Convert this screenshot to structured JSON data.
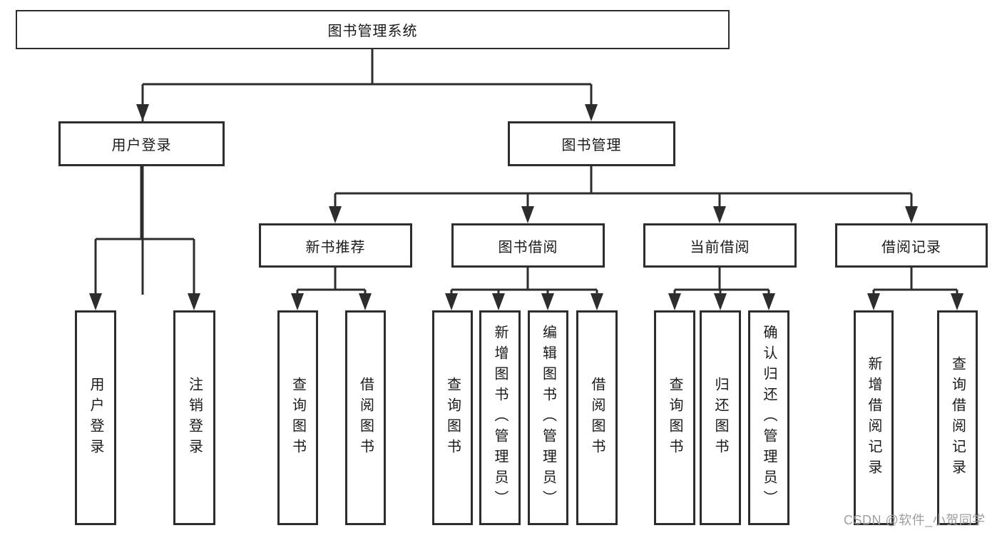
{
  "tree": {
    "root": {
      "label": "图书管理系统"
    },
    "children": [
      {
        "label": "用户登录",
        "children": [
          {
            "label": "用户登录"
          },
          {
            "label": "注销登录"
          }
        ]
      },
      {
        "label": "图书管理",
        "children": [
          {
            "label": "新书推荐",
            "children": [
              {
                "label": "查询图书"
              },
              {
                "label": "借阅图书"
              }
            ]
          },
          {
            "label": "图书借阅",
            "children": [
              {
                "label": "查询图书"
              },
              {
                "label": "新增图书（管理员）"
              },
              {
                "label": "编辑图书（管理员）"
              },
              {
                "label": "借阅图书"
              }
            ]
          },
          {
            "label": "当前借阅",
            "children": [
              {
                "label": "查询图书"
              },
              {
                "label": "归还图书"
              },
              {
                "label": "确认归还（管理员）"
              }
            ]
          },
          {
            "label": "借阅记录",
            "children": [
              {
                "label": "新增借阅记录"
              },
              {
                "label": "查询借阅记录"
              }
            ]
          }
        ]
      }
    ]
  },
  "watermark": {
    "text": "CSDN @软件_小贺同学"
  },
  "colors": {
    "line": "#2d2d2d",
    "box_border": "#2d2d2d",
    "box_fill": "#ffffff",
    "text": "#1a1a1a",
    "watermark": "#9e9e9e",
    "background": "#ffffff"
  }
}
